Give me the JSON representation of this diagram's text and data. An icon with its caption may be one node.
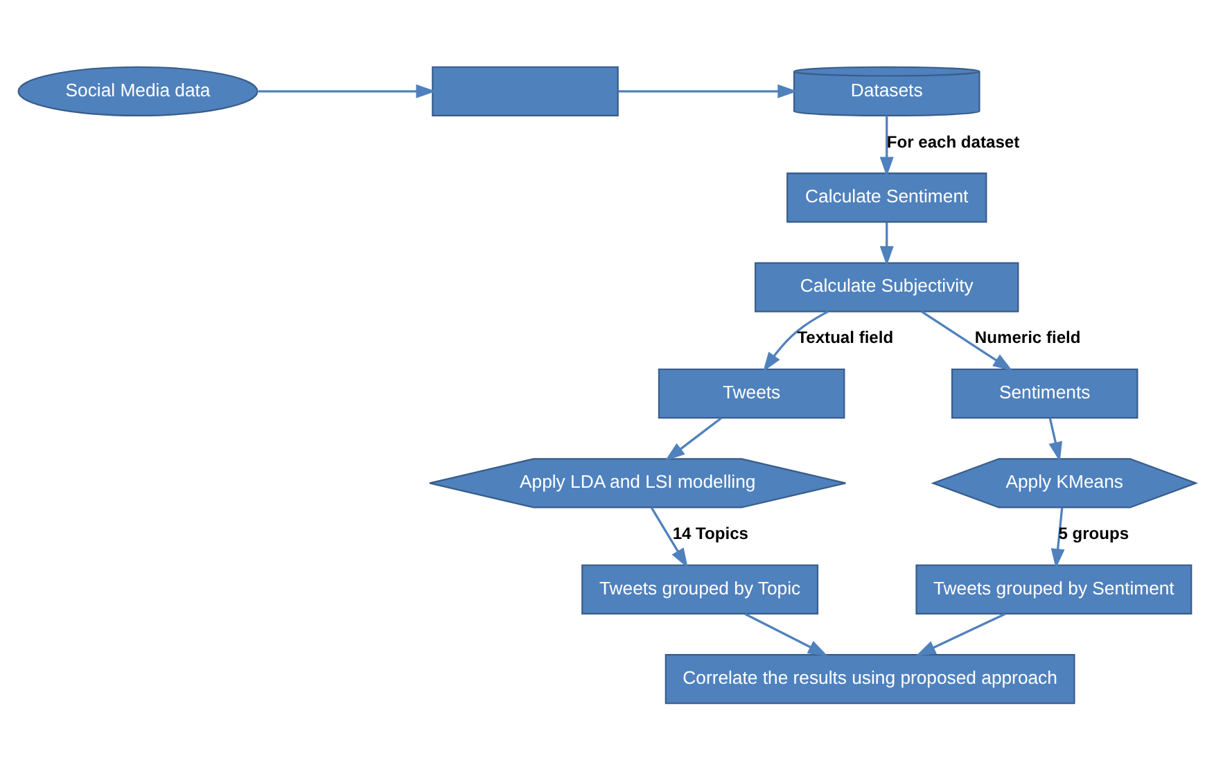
{
  "diagram": {
    "nodes": [
      {
        "text": [
          "Social Media data"
        ]
      },
      {
        "text": [],
        "shape": "box"
      },
      {
        "text": [
          "Datasets"
        ]
      },
      {
        "text": [
          "Calculate Sentiment"
        ]
      },
      {
        "text": [
          "Calculate Subjectivity"
        ]
      },
      {
        "text": [
          "Tweets"
        ]
      },
      {
        "text": [
          "Sentiments"
        ]
      },
      {
        "text": [
          "Apply LDA and LSI modelling"
        ]
      },
      {
        "text": [
          "Apply KMeans"
        ]
      },
      {
        "text": [
          "Tweets grouped by Topic"
        ]
      },
      {
        "text": [
          "Tweets grouped by Sentiment"
        ]
      },
      {
        "text": [
          "Correlate the results using proposed approach"
        ]
      }
    ],
    "edges": [
      {
        "from": 0,
        "to": 1,
        "arrow": "to"
      },
      {
        "from": 1,
        "to": 2,
        "arrow": "to"
      },
      {
        "from": 2,
        "to": 3,
        "arrow": "to",
        "label": "For each dataset"
      },
      {
        "from": 3,
        "to": 4,
        "arrow": "to"
      },
      {
        "from": 4,
        "to": 5,
        "arrow": "to",
        "label": "Textual field"
      },
      {
        "from": 4,
        "to": 6,
        "arrow": "to",
        "label": "Numeric field"
      },
      {
        "from": 5,
        "to": 7,
        "arrow": "to"
      },
      {
        "from": 6,
        "to": 8,
        "arrow": "to"
      },
      {
        "from": 7,
        "to": 9,
        "arrow": "to",
        "label": "14 Topics"
      },
      {
        "from": 8,
        "to": 10,
        "arrow": "to",
        "label": "5 groups"
      },
      {
        "from": 9,
        "to": 11,
        "arrow": "to"
      },
      {
        "from": 10,
        "to": 11,
        "arrow": "to"
      }
    ]
  }
}
